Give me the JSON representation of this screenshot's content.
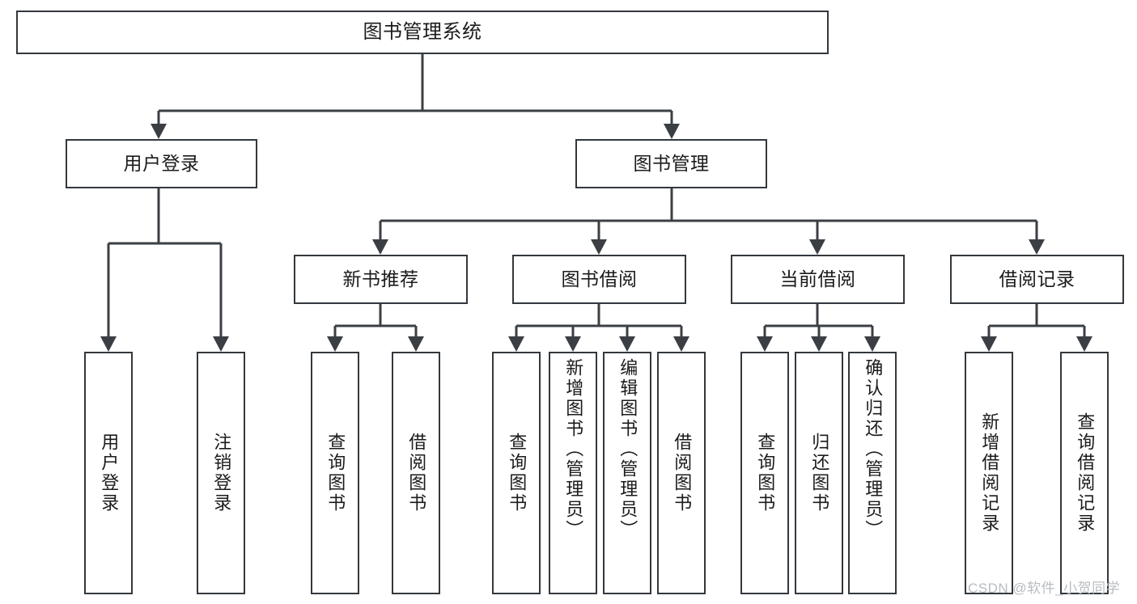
{
  "diagram": {
    "type": "tree-hierarchy",
    "orientation": "top-down",
    "root": {
      "label": "图书管理系统"
    },
    "level2": [
      {
        "label": "用户登录"
      },
      {
        "label": "图书管理"
      }
    ],
    "level3": [
      {
        "label": "新书推荐"
      },
      {
        "label": "图书借阅"
      },
      {
        "label": "当前借阅"
      },
      {
        "label": "借阅记录"
      }
    ],
    "leaves": {
      "user_login": [
        {
          "label": "用户登录"
        },
        {
          "label": "注销登录"
        }
      ],
      "new_book_recommend": [
        {
          "label": "查询图书"
        },
        {
          "label": "借阅图书"
        }
      ],
      "book_borrow": [
        {
          "label": "查询图书"
        },
        {
          "label": "新增图书（管理员）"
        },
        {
          "label": "编辑图书（管理员）"
        },
        {
          "label": "借阅图书"
        }
      ],
      "current_borrow": [
        {
          "label": "查询图书"
        },
        {
          "label": "归还图书"
        },
        {
          "label": "确认归还（管理员）"
        }
      ],
      "borrow_record": [
        {
          "label": "新增借阅记录"
        },
        {
          "label": "查询借阅记录"
        }
      ]
    }
  },
  "watermark": {
    "text": "CSDN @软件_小贺同学"
  },
  "colors": {
    "box_border": "#33383d",
    "connector": "#3b3f44",
    "text": "#1b1b1b",
    "background": "#ffffff",
    "watermark": "#b9bcc0"
  }
}
